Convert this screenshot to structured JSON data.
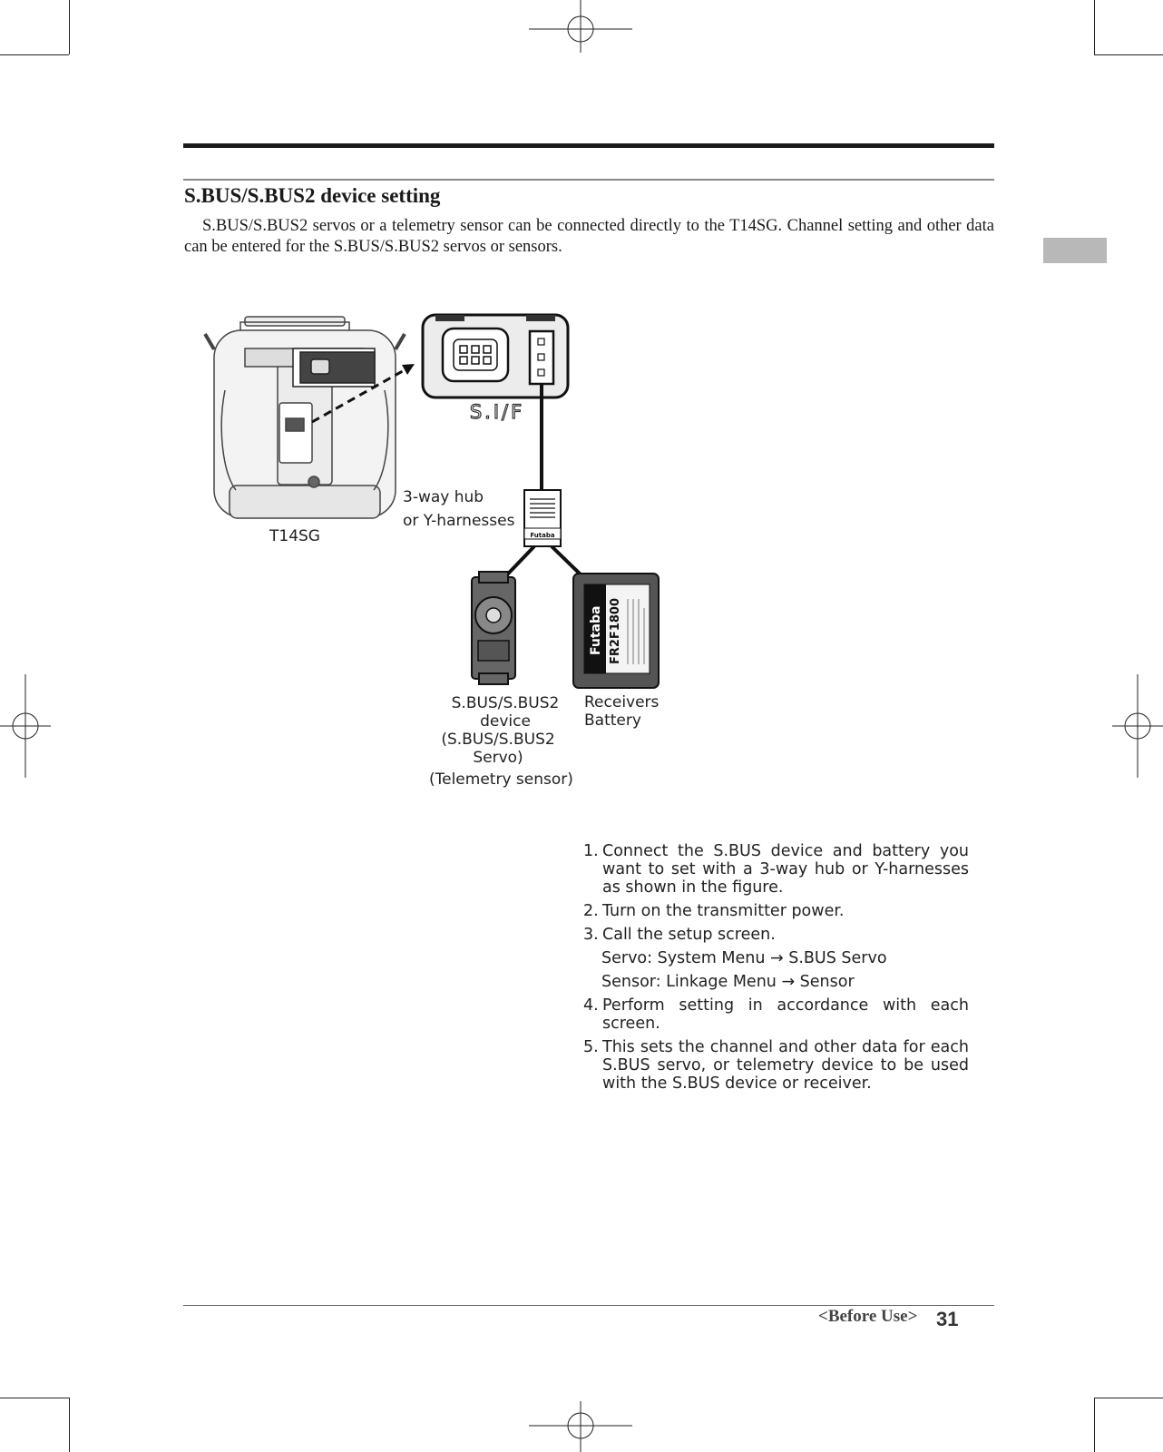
{
  "header": {
    "section_title": "S.BUS/S.BUS2 device setting",
    "intro": "S.BUS/S.BUS2 servos or a telemetry sensor can be connected directly to the T14SG. Channel setting and other data can be entered for the S.BUS/S.BUS2 servos or sensors."
  },
  "diagram": {
    "transmitter_label": "T14SG",
    "sif_label": "S.I/F",
    "hub_label_line1": "3-way hub",
    "hub_label_line2": "or Y-harnesses",
    "hub_brand": "Futaba",
    "device_label_line1": "S.BUS/S.BUS2",
    "device_label_line2": "device",
    "servo_label_line1": "(S.BUS/S.BUS2",
    "servo_label_line2": "Servo)",
    "sensor_label": "(Telemetry sensor)",
    "receiver_label_line1": "Receivers",
    "receiver_label_line2": "Battery",
    "battery_brand": "Futaba",
    "battery_model": "FR2F1800"
  },
  "steps": [
    {
      "num": "1.",
      "text": "Connect the S.BUS device and battery you want to set with a 3-way hub or Y-harnesses as shown in the figure."
    },
    {
      "num": "2.",
      "text": "Turn on the transmitter power."
    },
    {
      "num": "3.",
      "text": "Call the setup screen."
    },
    {
      "num": "4.",
      "text": "Perform setting in accordance with each screen."
    },
    {
      "num": "5.",
      "text": "This sets the channel and other data for each S.BUS servo, or telemetry device to be used with the S.BUS device or receiver."
    }
  ],
  "substeps": {
    "servo": "Servo: System Menu → S.BUS Servo",
    "sensor": "Sensor: Linkage Menu → Sensor"
  },
  "footer": {
    "section": "<Before Use>",
    "page_number": "31"
  }
}
